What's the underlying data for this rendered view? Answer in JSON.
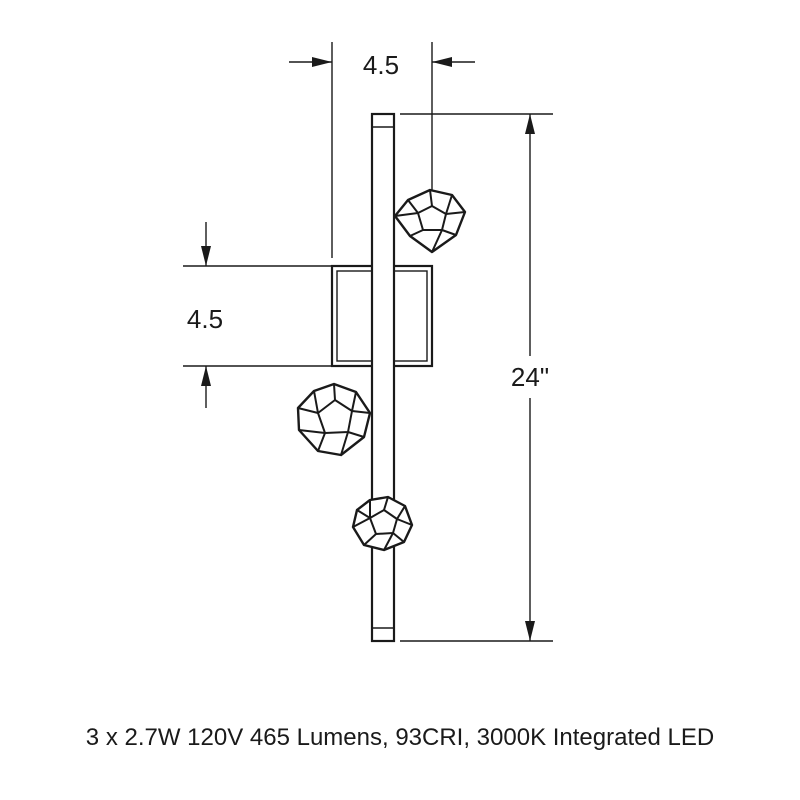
{
  "dimensions": {
    "width_label": "4.5",
    "backplate_label": "4.5",
    "height_label": "24\""
  },
  "specs": {
    "caption": "3 x 2.7W 120V 465 Lumens, 93CRI, 3000K Integrated LED"
  }
}
